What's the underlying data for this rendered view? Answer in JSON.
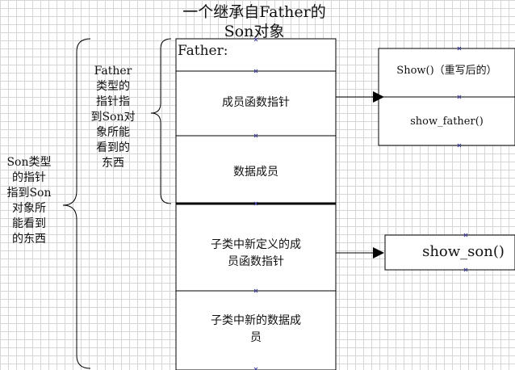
{
  "title_line1": "一个继承自Father的",
  "title_line2": "Son对象",
  "blocks": {
    "father_header": "Father:",
    "member_func_ptr": "成员函数指针",
    "data_members": "数据成员",
    "child_func_ptr_line1": "子类中新定义的成",
    "child_func_ptr_line2": "员函数指针",
    "child_data_line1": "子类中新的数据成",
    "child_data_line2": "员"
  },
  "father_vtable": {
    "show_override": "Show()（重写后的）",
    "show_father": "show_father()"
  },
  "son_vtable": {
    "show_son": "show_son()"
  },
  "father_view_note": [
    "Father",
    "类型的",
    "指针指",
    "到Son对",
    "象所能",
    "看到的",
    "东西"
  ],
  "son_view_note": [
    "Son类型",
    "的指针",
    "指到Son",
    "对象所",
    "能看到",
    "的东西"
  ],
  "colors": {
    "line": "#000000",
    "handle": "#4040a0",
    "grid": "#d6d6d6"
  }
}
